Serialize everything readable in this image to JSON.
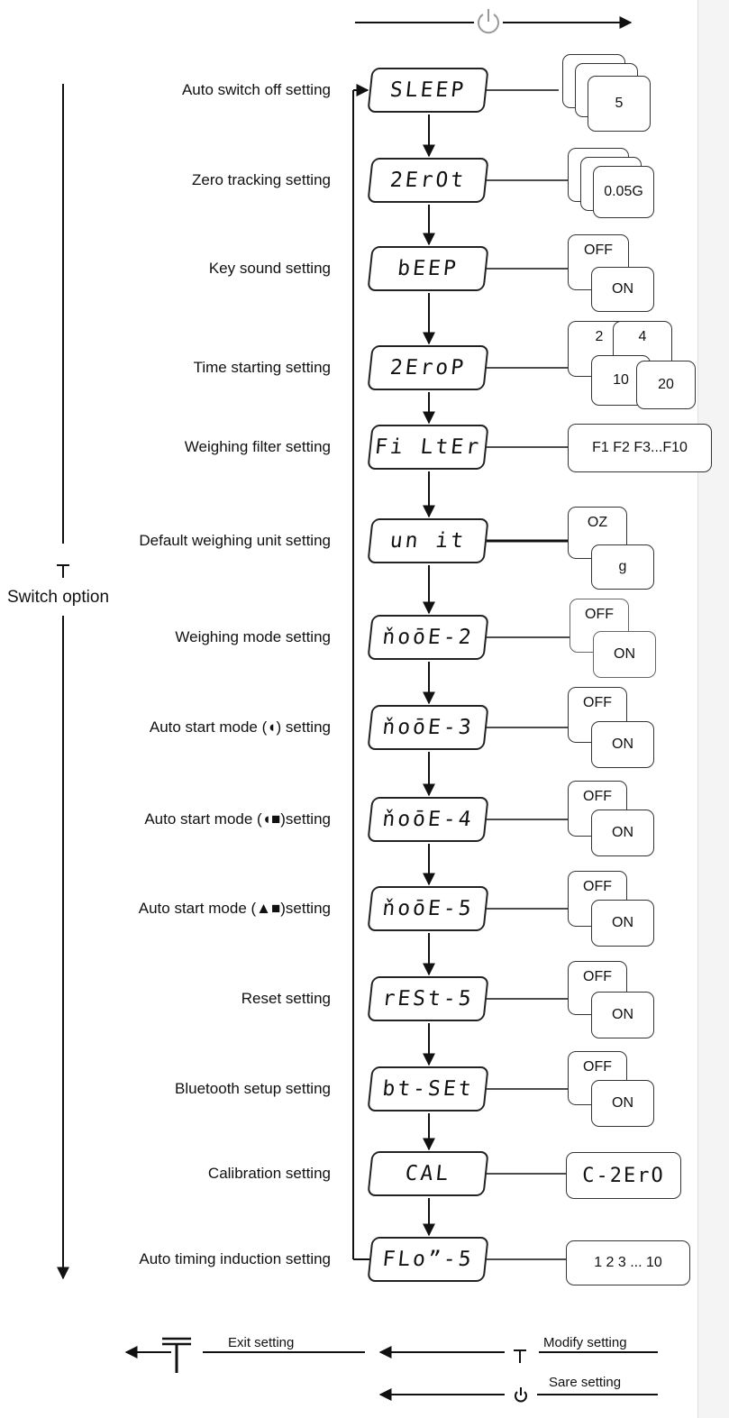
{
  "side_label": "Switch option",
  "rows": [
    {
      "label": "Auto switch off setting",
      "display": "SLEEP",
      "options": [
        "",
        "",
        "5"
      ]
    },
    {
      "label": "Zero tracking setting",
      "display": "2ErOt",
      "options": [
        "",
        "",
        "0.05G"
      ]
    },
    {
      "label": "Key sound setting",
      "display": "bEEP",
      "options": [
        "OFF",
        "ON"
      ]
    },
    {
      "label": "Time starting setting",
      "display": "2EroP",
      "options": [
        "2",
        "4",
        "10",
        "20"
      ]
    },
    {
      "label": "Weighing filter setting",
      "display": "Fi LtEr",
      "options": [
        "F1 F2  F3...F10"
      ]
    },
    {
      "label": "Default weighing unit setting",
      "display": "un it",
      "options": [
        "OZ",
        "g"
      ]
    },
    {
      "label": "Weighing mode setting",
      "display": "ňoōE-2",
      "options": [
        "OFF",
        "ON"
      ]
    },
    {
      "label": "Auto start mode (◖) setting",
      "display": "ňoōE-3",
      "options": [
        "OFF",
        "ON"
      ]
    },
    {
      "label": "Auto start mode (◖■)setting",
      "display": "ňoōE-4",
      "options": [
        "OFF",
        "ON"
      ]
    },
    {
      "label": "Auto start mode (▲■)setting",
      "display": "ňoōE-5",
      "options": [
        "OFF",
        "ON"
      ]
    },
    {
      "label": "Reset setting",
      "display": "rESt-5",
      "options": [
        "OFF",
        "ON"
      ]
    },
    {
      "label": "Bluetooth setup setting",
      "display": "bt-SEt",
      "options": [
        "OFF",
        "ON"
      ]
    },
    {
      "label": "Calibration setting",
      "display": "CAL",
      "options": [
        "C-2ErO"
      ]
    },
    {
      "label": "Auto timing induction setting",
      "display": "FLoˮ-5",
      "options": [
        "1 2 3 ... 10"
      ]
    }
  ],
  "legend": {
    "exit": "Exit setting",
    "modify": "Modify setting",
    "save": "Sare setting"
  }
}
